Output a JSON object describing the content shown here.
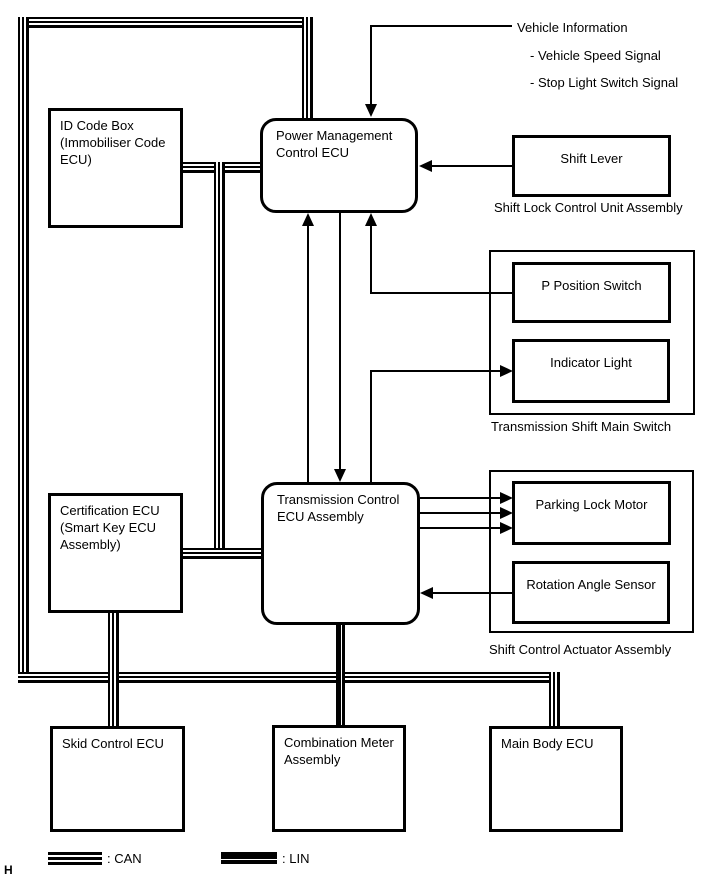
{
  "diagram": {
    "top_signals": {
      "title": "Vehicle Information",
      "items": [
        "- Vehicle Speed Signal",
        "- Stop Light Switch Signal"
      ]
    },
    "nodes": {
      "id_code_box": "ID Code Box (Immobiliser Code ECU)",
      "power_management": "Power Management Control ECU",
      "shift_lever": "Shift Lever",
      "p_position_switch": "P Position Switch",
      "indicator_light": "Indicator Light",
      "transmission_control": "Transmission Control ECU Assembly",
      "parking_lock_motor": "Parking Lock Motor",
      "rotation_angle_sensor": "Rotation Angle Sensor",
      "certification_ecu": "Certification ECU (Smart Key ECU Assembly)",
      "skid_control": "Skid Control ECU",
      "combination_meter": "Combination Meter Assembly",
      "main_body": "Main Body ECU"
    },
    "group_labels": {
      "shift_lock": "Shift Lock Control Unit Assembly",
      "transmission_shift_main_switch": "Transmission Shift Main Switch",
      "shift_control_actuator": "Shift Control Actuator Assembly"
    },
    "legend": {
      "can_label": ": CAN",
      "lin_label": ": LIN"
    },
    "page_marker": "H",
    "colors": {
      "line": "#000000",
      "background": "#ffffff"
    }
  }
}
